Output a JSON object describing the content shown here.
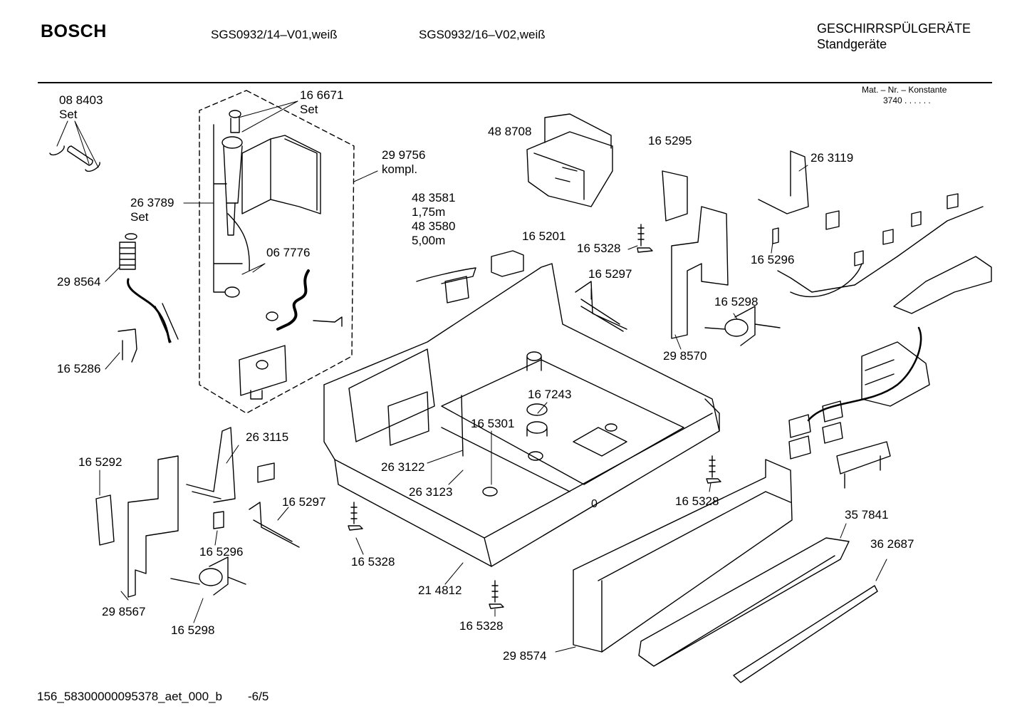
{
  "header": {
    "brand": "BOSCH",
    "model_1": "SGS0932/14–V01,weiß",
    "model_2": "SGS0932/16–V02,weiß",
    "category_line1": "GESCHIRRSPÜLGERÄTE",
    "category_line2": "Standgeräte",
    "mat_nr_label": "Mat. – Nr. – Konstante",
    "mat_nr_value": "3740 . . . . . ."
  },
  "footer": {
    "doc_id": "156_58300000095378_aet_000_b",
    "page": "-6/5"
  },
  "parts": {
    "p088403": "08 8403",
    "p088403_note": "Set",
    "p166671": "16 6671",
    "p166671_note": "Set",
    "p299756": "29 9756",
    "p299756_note": "kompl.",
    "p263789": "26 3789",
    "p263789_note": "Set",
    "p298564": "29 8564",
    "p067776": "06 7776",
    "p165286": "16 5286",
    "p488708": "48 8708",
    "p483581": "48 3581",
    "p483581_note": "1,75m",
    "p483580": "48 3580",
    "p483580_note": "5,00m",
    "p165201": "16 5201",
    "p165295": "16 5295",
    "p263119": "26 3119",
    "p165328_a": "16 5328",
    "p165297_a": "16 5297",
    "p165296_a": "16 5296",
    "p165298_a": "16 5298",
    "p298570": "29 8570",
    "p167243": "16 7243",
    "p165301": "16 5301",
    "p263122": "26 3122",
    "p263123": "26 3123",
    "p263115": "26 3115",
    "p165292": "16 5292",
    "p165297_b": "16 5297",
    "p165296_b": "16 5296",
    "p298567": "29 8567",
    "p165298_b": "16 5298",
    "p165328_b": "16 5328",
    "p214812": "21 4812",
    "p165328_c": "16 5328",
    "p165328_d": "16 5328",
    "p357841": "35 7841",
    "p362687": "36 2687",
    "p298574": "29 8574"
  }
}
